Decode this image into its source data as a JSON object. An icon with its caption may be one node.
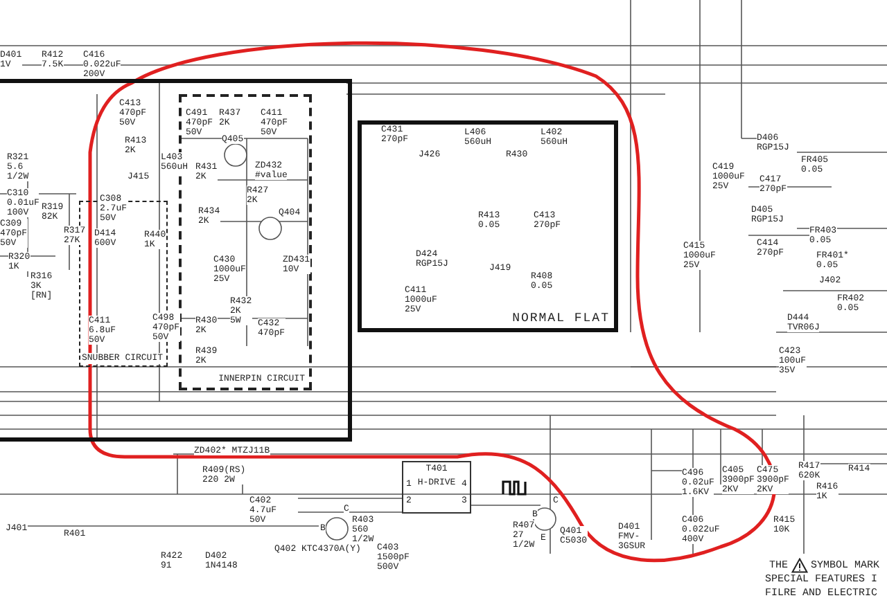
{
  "diagram": {
    "nodes": [
      {
        "text": [],
        "shape": "box"
      },
      {
        "text": [
          "SNUBBER CIRCUIT"
        ],
        "in": 0
      },
      {
        "text": [
          "INNERPIN CIRCUIT"
        ],
        "in": 0
      },
      {
        "text": [
          "NORMAL FLAT"
        ]
      },
      {
        "text": [
          "T401",
          "H-DRIVE"
        ]
      }
    ],
    "labels": [
      "D401 1V",
      "R412 7.5K",
      "C416 0.022uF 200V",
      "R321 5.6 1/2W",
      "C310 0.01uF 100V",
      "R319 82K",
      "C309 470pF 50V",
      "R320 1K",
      "R317 27K",
      "R316 3K [RN]",
      "C413 470pF 50V",
      "R413 2K",
      "J415",
      "L403 560uH",
      "C308 2.7uF 50V",
      "D414 600V",
      "R440 1K",
      "C491 470pF 50V",
      "R437 2K",
      "C411 470pF 50V",
      "Q405",
      "R431 2K",
      "ZD432 #value",
      "R427 2K",
      "R434 2K",
      "Q404",
      "C430 1000uF 25V",
      "ZD431 10V",
      "R432 2K 5W",
      "R430 2K",
      "C432 470pF",
      "R439 2K",
      "C411 6.8uF 50V",
      "C498 470pF 50V",
      "ZD402* MTZJ11B",
      "R409(RS) 220 2W",
      "C402 4.7uF 50V",
      "J401",
      "R401",
      "R422 91",
      "D402 1N4148",
      "B",
      "C",
      "Q402 KTC4370A(Y)",
      "R403 560 1/2W",
      "C403 1500pF 500V",
      "1",
      "4",
      "2",
      "3",
      "R407 27 1/2W",
      "B",
      "C",
      "E",
      "Q401 C5030",
      "C431 270pF",
      "J426",
      "L406 560uH",
      "R430",
      "L402 560uH",
      "R413 0.05",
      "C413 270pF",
      "D424 RGP15J",
      "J419",
      "R408 0.05",
      "C411 1000uF 25V",
      "C419 1000uF 25V",
      "D406 RGP15J",
      "C417 270pF",
      "FR405 0.05",
      "C415 1000uF 25V",
      "D405 RGP15J",
      "C414 270pF",
      "FR403 0.05",
      "FR401* 0.05",
      "J402",
      "FR402 0.05",
      "D444 TVR06J",
      "C423 100uF 35V",
      "C496 0.02uF 1.6KV",
      "C405 3900pF 2KV",
      "C475 3900pF 2KV",
      "D401 FMV-3GSUR",
      "C406 0.022uF 400V",
      "R417 620K",
      "R416 1K",
      "R415 10K",
      "R414",
      "THE",
      "SYMBOL MARK",
      "SPECIAL FEATURES I",
      "FILRE AND ELECTRIC"
    ]
  }
}
